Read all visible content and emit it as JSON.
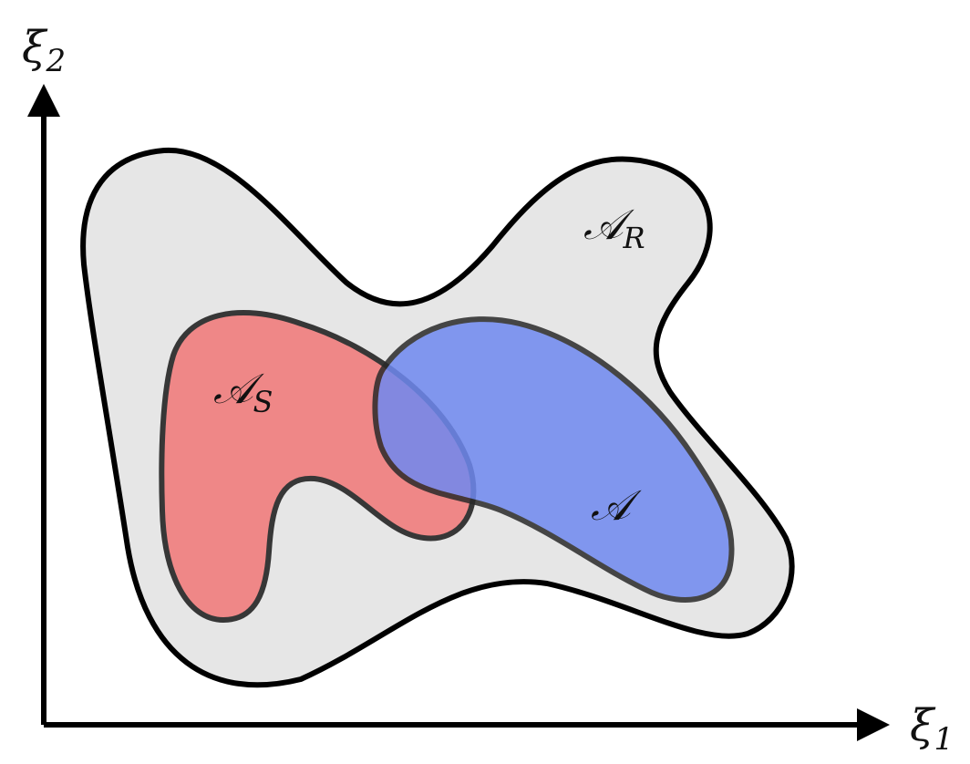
{
  "axes": {
    "x_symbol": "ξ",
    "x_subscript": "1",
    "y_symbol": "ξ",
    "y_subscript": "2"
  },
  "regions": {
    "outer": {
      "symbol": "𝒜",
      "subscript": "R",
      "fill": "#e6e6e6",
      "stroke": "#000000"
    },
    "safe": {
      "symbol": "𝒜",
      "subscript": "S",
      "fill": "#f08080",
      "stroke": "#2a2a2a"
    },
    "target": {
      "symbol": "𝒜",
      "subscript": "",
      "fill": "#6f89f0",
      "stroke": "#2a2a2a"
    }
  }
}
